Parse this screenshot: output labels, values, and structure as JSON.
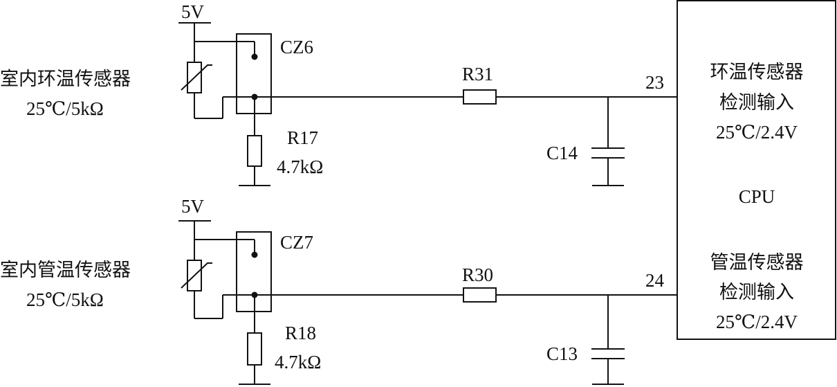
{
  "sensor_room": {
    "name": "室内环温传感器",
    "spec": "25℃/5kΩ"
  },
  "sensor_pipe": {
    "name": "室内管温传感器",
    "spec": "25℃/5kΩ"
  },
  "supply": {
    "top": "5V",
    "bottom": "5V"
  },
  "connectors": {
    "top": "CZ6",
    "bottom": "CZ7"
  },
  "pulldown": {
    "top": {
      "name": "R17",
      "value": "4.7kΩ"
    },
    "bottom": {
      "name": "R18",
      "value": "4.7kΩ"
    }
  },
  "series_resistors": {
    "top": "R31",
    "bottom": "R30"
  },
  "capacitors": {
    "top": "C14",
    "bottom": "C13"
  },
  "pins": {
    "top": "23",
    "bottom": "24"
  },
  "cpu": {
    "label": "CPU",
    "input_top": {
      "line1": "环温传感器",
      "line2": "检测输入",
      "line3": "25℃/2.4V"
    },
    "input_bottom": {
      "line1": "管温传感器",
      "line2": "检测输入",
      "line3": "25℃/2.4V"
    }
  }
}
